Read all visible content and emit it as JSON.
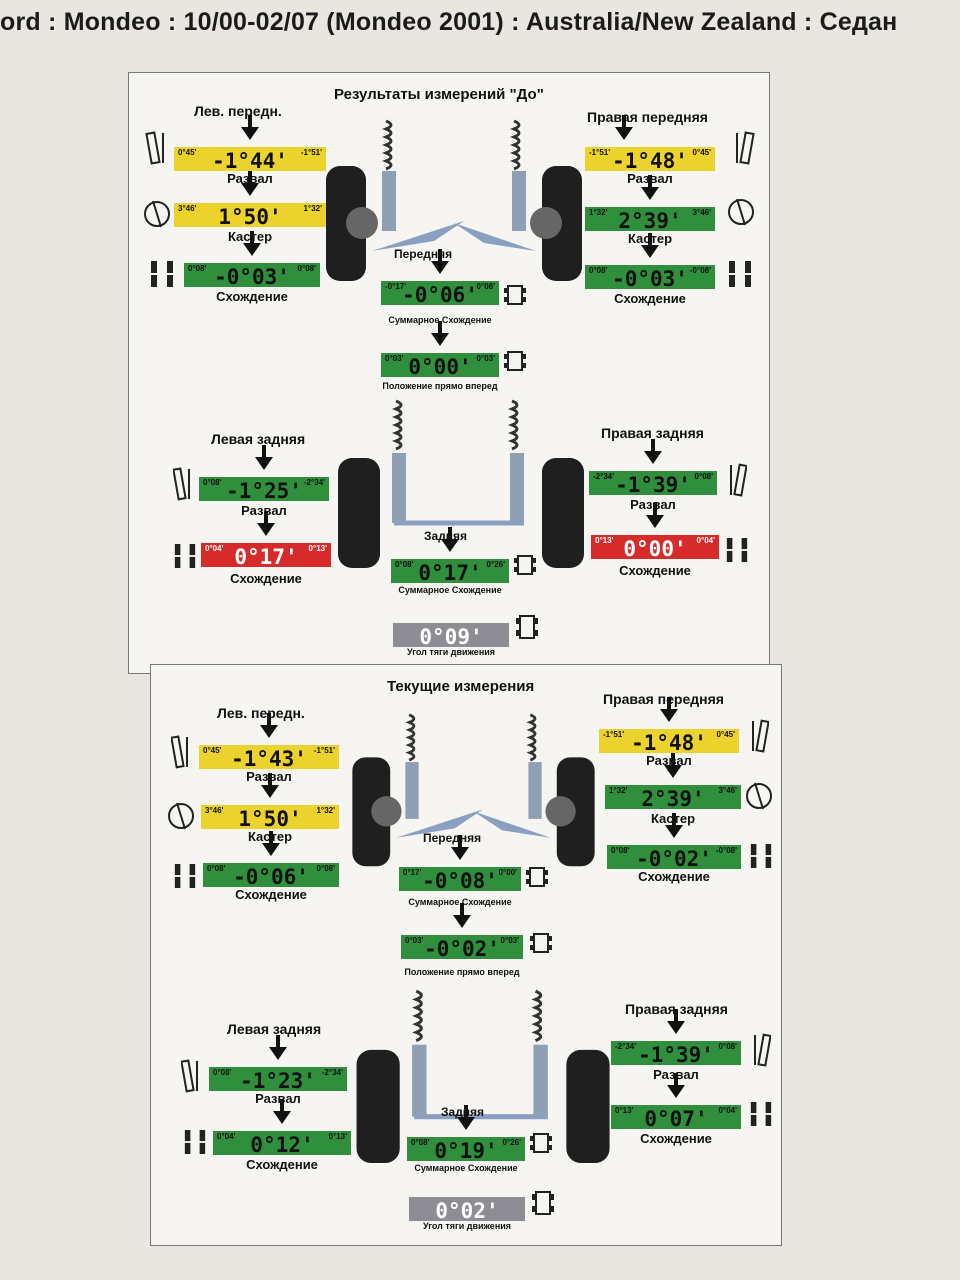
{
  "header": "ord : Mondeo : 10/00-02/07 (Mondeo 2001) : Australia/New Zealand : Седан",
  "before": {
    "title": "Результаты измерений \"До\"",
    "front_axle_label": "Передняя",
    "rear_axle_label": "Задняя",
    "left_front": {
      "label": "Лев. передн.",
      "camber": {
        "caption": "Развал",
        "value": "-1°44'",
        "min": "0°45'",
        "max": "-1°51'"
      },
      "caster": {
        "caption": "Кастер",
        "value": "1°50'",
        "min": "3°46'",
        "max": "1°32'"
      },
      "toe": {
        "caption": "Схождение",
        "value": "-0°03'",
        "min": "0°08'",
        "max": "0°08'"
      }
    },
    "right_front": {
      "label": "Правая передняя",
      "camber": {
        "caption": "Развал",
        "value": "-1°48'",
        "min": "-1°51'",
        "max": "0°45'"
      },
      "caster": {
        "caption": "Кастер",
        "value": "2°39'",
        "min": "1°32'",
        "max": "3°46'"
      },
      "toe": {
        "caption": "Схождение",
        "value": "-0°03'",
        "min": "0°08'",
        "max": "-0°08'"
      }
    },
    "total_toe_front": {
      "caption": "Суммарное Схождение",
      "value": "-0°06'",
      "min": "-0°17'",
      "max": "0°08'"
    },
    "straight_ahead": {
      "caption": "Положение прямо вперед",
      "value": "0°00'",
      "min": "0°03'",
      "max": "0°03'"
    },
    "left_rear": {
      "label": "Левая задняя",
      "camber": {
        "caption": "Развал",
        "value": "-1°25'",
        "min": "0°08'",
        "max": "-2°34'"
      },
      "toe": {
        "caption": "Схождение",
        "value": "0°17'",
        "min": "0°04'",
        "max": "0°13'"
      }
    },
    "right_rear": {
      "label": "Правая задняя",
      "camber": {
        "caption": "Развал",
        "value": "-1°39'",
        "min": "-2°34'",
        "max": "0°08'"
      },
      "toe": {
        "caption": "Схождение",
        "value": "0°00'",
        "min": "0°13'",
        "max": "0°04'"
      }
    },
    "total_toe_rear": {
      "caption": "Суммарное Схождение",
      "value": "0°17'",
      "min": "0°08'",
      "max": "0°26'"
    },
    "thrust_angle": {
      "caption": "Угол тяги движения",
      "value": "0°09'"
    }
  },
  "current": {
    "title": "Текущие измерения",
    "front_axle_label": "Передняя",
    "rear_axle_label": "Задняя",
    "left_front": {
      "label": "Лев. передн.",
      "camber": {
        "caption": "Развал",
        "value": "-1°43'",
        "min": "0°45'",
        "max": "-1°51'"
      },
      "caster": {
        "caption": "Кастер",
        "value": "1°50'",
        "min": "3°46'",
        "max": "1°32'"
      },
      "toe": {
        "caption": "Схождение",
        "value": "-0°06'",
        "min": "0°08'",
        "max": "0°08'"
      }
    },
    "right_front": {
      "label": "Правая передняя",
      "camber": {
        "caption": "Развал",
        "value": "-1°48'",
        "min": "-1°51'",
        "max": "0°45'"
      },
      "caster": {
        "caption": "Кастер",
        "value": "2°39'",
        "min": "1°32'",
        "max": "3°46'"
      },
      "toe": {
        "caption": "Схождение",
        "value": "-0°02'",
        "min": "0°08'",
        "max": "-0°08'"
      }
    },
    "total_toe_front": {
      "caption": "Суммарное Схождение",
      "value": "-0°08'",
      "min": "0°17'",
      "max": "0°00'"
    },
    "straight_ahead": {
      "caption": "Положение прямо вперед",
      "value": "-0°02'",
      "min": "0°03'",
      "max": "0°03'"
    },
    "left_rear": {
      "label": "Левая задняя",
      "camber": {
        "caption": "Развал",
        "value": "-1°23'",
        "min": "0°08'",
        "max": "-2°34'"
      },
      "toe": {
        "caption": "Схождение",
        "value": "0°12'",
        "min": "0°04'",
        "max": "0°13'"
      }
    },
    "right_rear": {
      "label": "Правая задняя",
      "camber": {
        "caption": "Развал",
        "value": "-1°39'",
        "min": "-2°34'",
        "max": "0°08'"
      },
      "toe": {
        "caption": "Схождение",
        "value": "0°07'",
        "min": "0°13'",
        "max": "0°04'"
      }
    },
    "total_toe_rear": {
      "caption": "Суммарное Схождение",
      "value": "0°19'",
      "min": "0°08'",
      "max": "0°26'"
    },
    "thrust_angle": {
      "caption": "Угол тяги движения",
      "value": "0°02'"
    }
  },
  "colors": {
    "yellow": "#ecd22c",
    "green": "#2f8f3c",
    "red": "#d72b2b",
    "gray": "#8e8c95"
  }
}
